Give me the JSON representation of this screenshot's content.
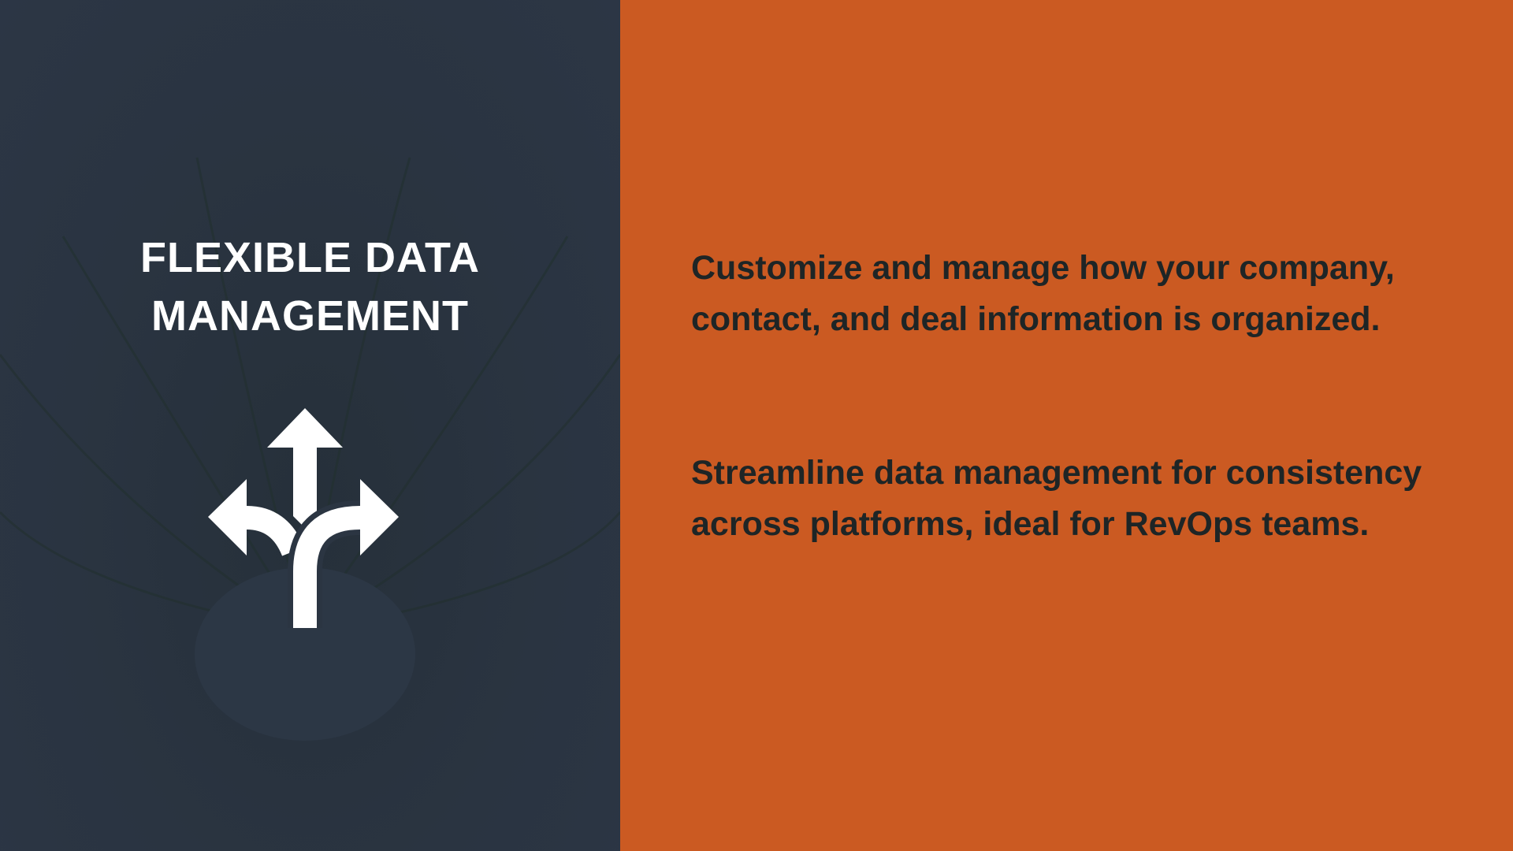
{
  "left_panel": {
    "title_line1": "FLEXIBLE DATA",
    "title_line2": "MANAGEMENT",
    "icon": "split-arrows-icon"
  },
  "right_panel": {
    "paragraph1": "Customize and manage how your company, contact, and deal information is organized.",
    "paragraph2": "Streamline data management for consistency across platforms, ideal for RevOps teams."
  },
  "colors": {
    "left_bg": "#2b3542",
    "right_bg": "#cb5a22",
    "text_dark": "#1e2526"
  }
}
